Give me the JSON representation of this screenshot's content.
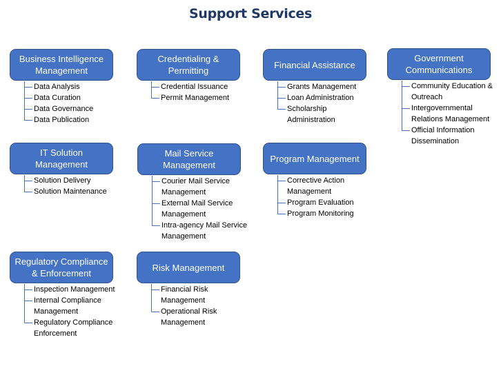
{
  "title": "Support Services",
  "colors": {
    "box": "#4472C4",
    "box_border": "#2F528F",
    "title": "#1F3864",
    "connector": "#4472C4"
  },
  "groups": [
    {
      "label": "Business Intelligence Management",
      "children": [
        "Data Analysis",
        "Data Curation",
        "Data Governance",
        "Data Publication"
      ]
    },
    {
      "label": "Credentialing & Permitting",
      "children": [
        "Credential Issuance",
        "Permit Management"
      ]
    },
    {
      "label": "Financial Assistance",
      "children": [
        "Grants Management",
        "Loan Administration",
        "Scholarship Administration"
      ]
    },
    {
      "label": "Government Communications",
      "children": [
        "Community Education & Outreach",
        "Intergovernmental Relations Management",
        "Official Information Dissemination"
      ]
    },
    {
      "label": "IT Solution Management",
      "children": [
        "Solution Delivery",
        "Solution Maintenance"
      ]
    },
    {
      "label": "Mail Service Management",
      "children": [
        "Courier Mail Service Management",
        "External Mail Service Management",
        "Intra-agency Mail Service Management"
      ]
    },
    {
      "label": "Program Management",
      "children": [
        "Corrective Action Management",
        "Program Evaluation",
        "Program Monitoring"
      ]
    },
    {
      "label": "Regulatory Compliance & Enforcement",
      "children": [
        "Inspection Management",
        "Internal Compliance Management",
        "Regulatory Compliance Enforcement"
      ]
    },
    {
      "label": "Risk Management",
      "children": [
        "Financial Risk Management",
        "Operational Risk Management"
      ]
    }
  ]
}
